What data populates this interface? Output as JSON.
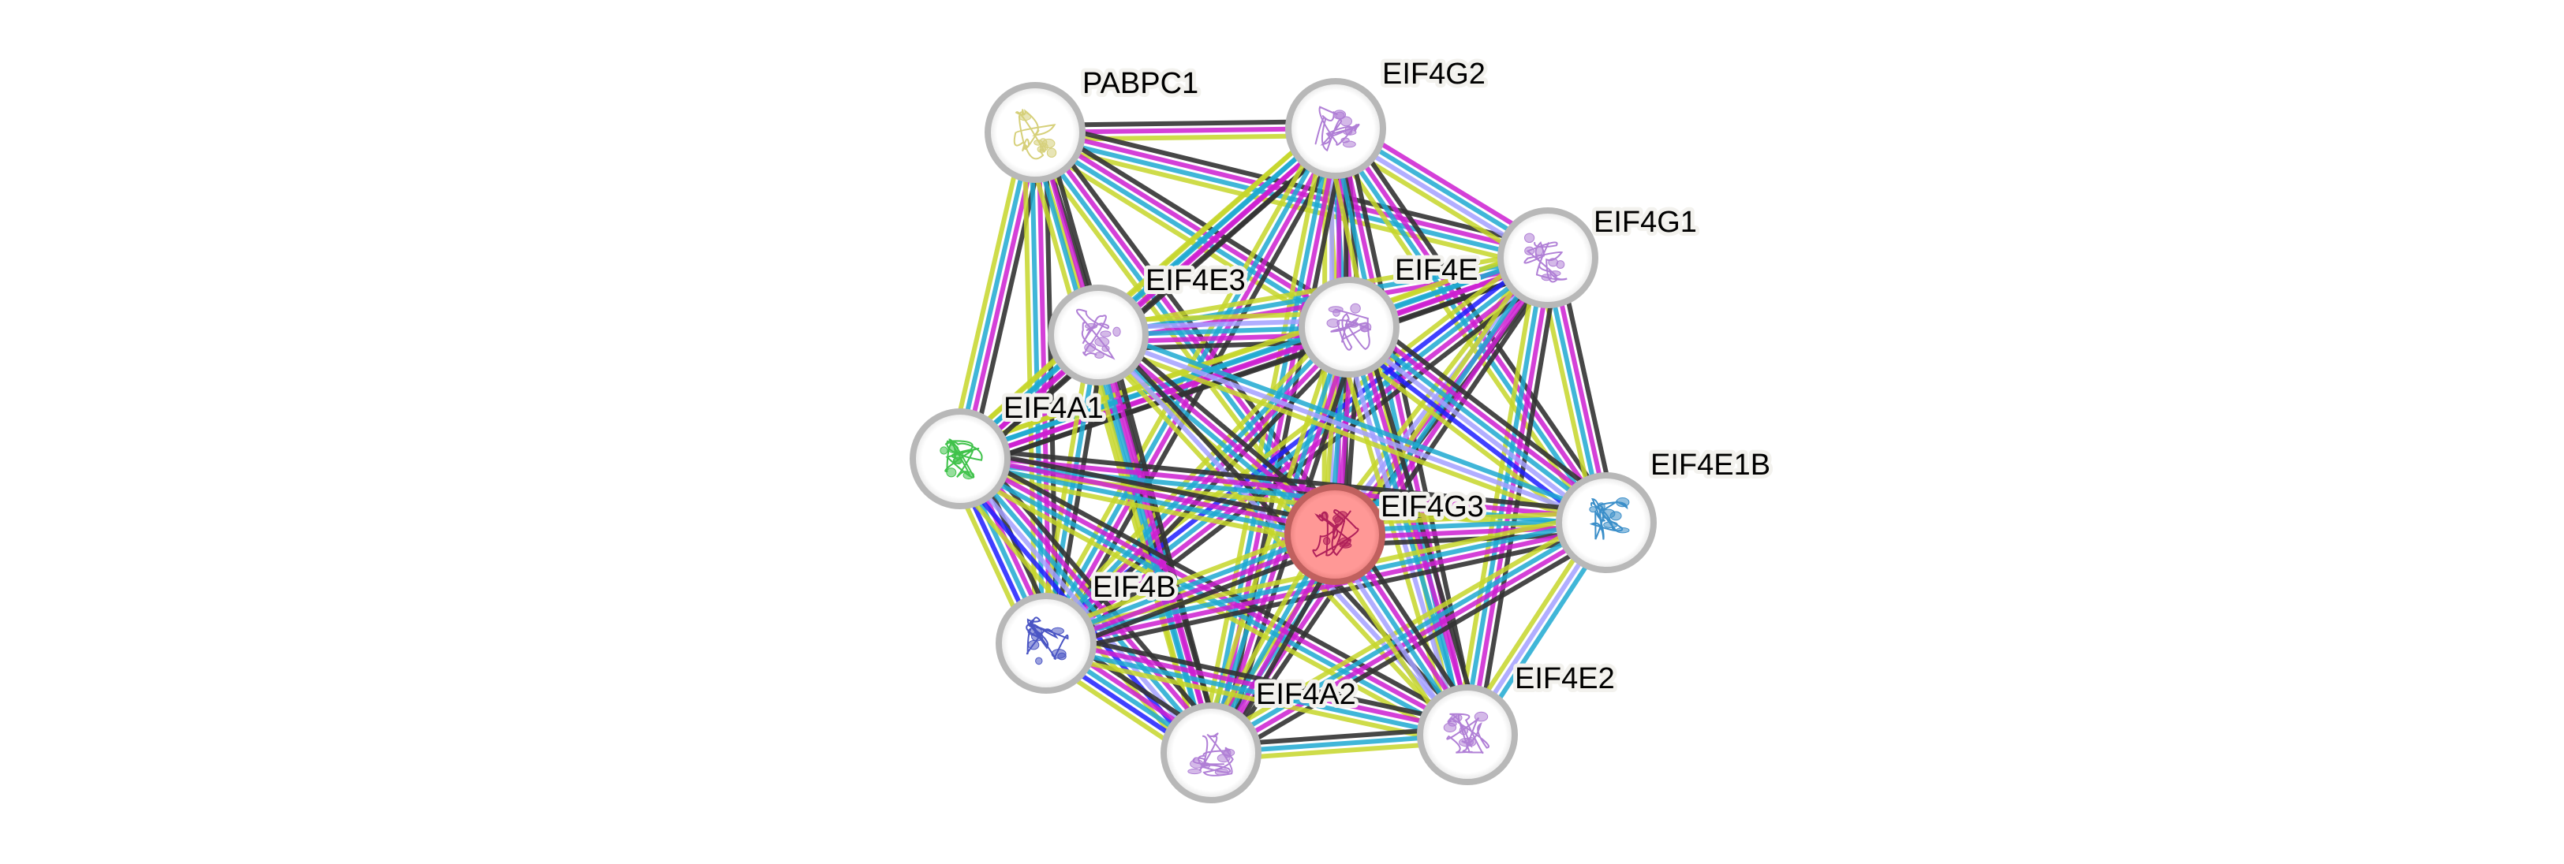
{
  "network": {
    "type": "protein-interaction-network",
    "query_node": "EIF4G3",
    "colors": {
      "node_ring": "#b8b8b8",
      "node_fill": "#ffffff",
      "query_fill": "#ff9896",
      "query_ring": "#c0605e"
    },
    "evidence_types": [
      {
        "key": "textmining",
        "color": "#c5d62a"
      },
      {
        "key": "coexpression",
        "color": "#333333"
      },
      {
        "key": "experiments",
        "color": "#cc1fd1"
      },
      {
        "key": "databases",
        "color": "#1fa9d1"
      },
      {
        "key": "homology",
        "color": "#a3a0ff"
      },
      {
        "key": "neighborhood",
        "color": "#1f1fff"
      }
    ],
    "nodes": [
      {
        "id": "PABPC1",
        "label": "PABPC1",
        "structure_color": "#d6d07a",
        "query": false
      },
      {
        "id": "EIF4G2",
        "label": "EIF4G2",
        "structure_color": "#b07fd6",
        "query": false
      },
      {
        "id": "EIF4G1",
        "label": "EIF4G1",
        "structure_color": "#b07fd6",
        "query": false
      },
      {
        "id": "EIF4E",
        "label": "EIF4E",
        "structure_color": "#b07fd6",
        "query": false
      },
      {
        "id": "EIF4E3",
        "label": "EIF4E3",
        "structure_color": "#b07fd6",
        "query": false
      },
      {
        "id": "EIF4A1",
        "label": "EIF4A1",
        "structure_color": "#3fc24a",
        "query": false
      },
      {
        "id": "EIF4E1B",
        "label": "EIF4E1B",
        "structure_color": "#3a8ec9",
        "query": false
      },
      {
        "id": "EIF4G3",
        "label": "EIF4G3",
        "structure_color": "#b0205a",
        "query": true
      },
      {
        "id": "EIF4B",
        "label": "EIF4B",
        "structure_color": "#4a55c4",
        "query": false
      },
      {
        "id": "EIF4A2",
        "label": "EIF4A2",
        "structure_color": "#b07fd6",
        "query": false
      },
      {
        "id": "EIF4E2",
        "label": "EIF4E2",
        "structure_color": "#b07fd6",
        "query": false
      }
    ],
    "edges": [
      {
        "source": "PABPC1",
        "target": "EIF4G2",
        "evidence": [
          "coexpression",
          "experiments",
          "textmining"
        ]
      },
      {
        "source": "PABPC1",
        "target": "EIF4G1",
        "evidence": [
          "coexpression",
          "experiments",
          "databases",
          "textmining"
        ]
      },
      {
        "source": "PABPC1",
        "target": "EIF4E",
        "evidence": [
          "coexpression",
          "experiments",
          "databases",
          "textmining"
        ]
      },
      {
        "source": "PABPC1",
        "target": "EIF4E3",
        "evidence": [
          "coexpression",
          "textmining"
        ]
      },
      {
        "source": "PABPC1",
        "target": "EIF4A1",
        "evidence": [
          "coexpression",
          "experiments",
          "databases",
          "textmining"
        ]
      },
      {
        "source": "PABPC1",
        "target": "EIF4G3",
        "evidence": [
          "coexpression",
          "experiments",
          "databases",
          "textmining"
        ]
      },
      {
        "source": "PABPC1",
        "target": "EIF4B",
        "evidence": [
          "coexpression",
          "experiments",
          "databases",
          "textmining"
        ]
      },
      {
        "source": "PABPC1",
        "target": "EIF4A2",
        "evidence": [
          "coexpression",
          "experiments",
          "databases",
          "textmining"
        ]
      },
      {
        "source": "EIF4G2",
        "target": "EIF4G1",
        "evidence": [
          "experiments",
          "databases",
          "homology",
          "textmining"
        ]
      },
      {
        "source": "EIF4G2",
        "target": "EIF4E",
        "evidence": [
          "coexpression",
          "experiments",
          "databases",
          "textmining"
        ]
      },
      {
        "source": "EIF4G2",
        "target": "EIF4E3",
        "evidence": [
          "coexpression",
          "experiments",
          "databases",
          "textmining"
        ]
      },
      {
        "source": "EIF4G2",
        "target": "EIF4A1",
        "evidence": [
          "coexpression",
          "experiments",
          "databases",
          "textmining"
        ]
      },
      {
        "source": "EIF4G2",
        "target": "EIF4E1B",
        "evidence": [
          "coexpression",
          "experiments",
          "databases",
          "textmining"
        ]
      },
      {
        "source": "EIF4G2",
        "target": "EIF4G3",
        "evidence": [
          "coexpression",
          "experiments",
          "homology",
          "textmining"
        ]
      },
      {
        "source": "EIF4G2",
        "target": "EIF4B",
        "evidence": [
          "coexpression",
          "experiments",
          "databases",
          "textmining"
        ]
      },
      {
        "source": "EIF4G2",
        "target": "EIF4A2",
        "evidence": [
          "coexpression",
          "experiments",
          "databases",
          "textmining"
        ]
      },
      {
        "source": "EIF4G2",
        "target": "EIF4E2",
        "evidence": [
          "coexpression",
          "experiments",
          "databases",
          "textmining"
        ]
      },
      {
        "source": "EIF4G1",
        "target": "EIF4E",
        "evidence": [
          "coexpression",
          "experiments",
          "databases",
          "textmining"
        ]
      },
      {
        "source": "EIF4G1",
        "target": "EIF4E3",
        "evidence": [
          "experiments",
          "databases",
          "textmining"
        ]
      },
      {
        "source": "EIF4G1",
        "target": "EIF4A1",
        "evidence": [
          "coexpression",
          "experiments",
          "databases",
          "textmining"
        ]
      },
      {
        "source": "EIF4G1",
        "target": "EIF4E1B",
        "evidence": [
          "coexpression",
          "experiments",
          "databases",
          "textmining"
        ]
      },
      {
        "source": "EIF4G1",
        "target": "EIF4G3",
        "evidence": [
          "coexpression",
          "experiments",
          "homology",
          "textmining"
        ]
      },
      {
        "source": "EIF4G1",
        "target": "EIF4B",
        "evidence": [
          "coexpression",
          "experiments",
          "databases",
          "neighborhood",
          "textmining"
        ]
      },
      {
        "source": "EIF4G1",
        "target": "EIF4A2",
        "evidence": [
          "coexpression",
          "experiments",
          "databases",
          "textmining"
        ]
      },
      {
        "source": "EIF4G1",
        "target": "EIF4E2",
        "evidence": [
          "coexpression",
          "experiments",
          "databases",
          "textmining"
        ]
      },
      {
        "source": "EIF4E",
        "target": "EIF4E3",
        "evidence": [
          "coexpression",
          "experiments",
          "databases",
          "homology",
          "textmining"
        ]
      },
      {
        "source": "EIF4E",
        "target": "EIF4A1",
        "evidence": [
          "coexpression",
          "experiments",
          "databases",
          "textmining"
        ]
      },
      {
        "source": "EIF4E",
        "target": "EIF4E1B",
        "evidence": [
          "coexpression",
          "experiments",
          "databases",
          "homology",
          "neighborhood",
          "textmining"
        ]
      },
      {
        "source": "EIF4E",
        "target": "EIF4G3",
        "evidence": [
          "coexpression",
          "experiments",
          "databases",
          "textmining"
        ]
      },
      {
        "source": "EIF4E",
        "target": "EIF4B",
        "evidence": [
          "coexpression",
          "experiments",
          "databases",
          "textmining"
        ]
      },
      {
        "source": "EIF4E",
        "target": "EIF4A2",
        "evidence": [
          "coexpression",
          "experiments",
          "databases",
          "textmining"
        ]
      },
      {
        "source": "EIF4E",
        "target": "EIF4E2",
        "evidence": [
          "coexpression",
          "experiments",
          "databases",
          "homology",
          "textmining"
        ]
      },
      {
        "source": "EIF4E3",
        "target": "EIF4A1",
        "evidence": [
          "coexpression",
          "experiments",
          "databases",
          "textmining"
        ]
      },
      {
        "source": "EIF4E3",
        "target": "EIF4E1B",
        "evidence": [
          "homology",
          "databases",
          "textmining"
        ]
      },
      {
        "source": "EIF4E3",
        "target": "EIF4G3",
        "evidence": [
          "coexpression",
          "experiments",
          "databases",
          "textmining"
        ]
      },
      {
        "source": "EIF4E3",
        "target": "EIF4B",
        "evidence": [
          "coexpression",
          "databases",
          "textmining"
        ]
      },
      {
        "source": "EIF4E3",
        "target": "EIF4A2",
        "evidence": [
          "coexpression",
          "experiments",
          "databases",
          "textmining"
        ]
      },
      {
        "source": "EIF4E3",
        "target": "EIF4E2",
        "evidence": [
          "coexpression",
          "homology",
          "textmining"
        ]
      },
      {
        "source": "EIF4A1",
        "target": "EIF4E1B",
        "evidence": [
          "coexpression",
          "experiments",
          "databases",
          "textmining"
        ]
      },
      {
        "source": "EIF4A1",
        "target": "EIF4G3",
        "evidence": [
          "coexpression",
          "experiments",
          "databases",
          "textmining"
        ]
      },
      {
        "source": "EIF4A1",
        "target": "EIF4B",
        "evidence": [
          "coexpression",
          "experiments",
          "databases",
          "neighborhood",
          "textmining"
        ]
      },
      {
        "source": "EIF4A1",
        "target": "EIF4A2",
        "evidence": [
          "coexpression",
          "experiments",
          "databases",
          "homology",
          "neighborhood",
          "textmining"
        ]
      },
      {
        "source": "EIF4A1",
        "target": "EIF4E2",
        "evidence": [
          "coexpression",
          "experiments",
          "databases",
          "textmining"
        ]
      },
      {
        "source": "EIF4E1B",
        "target": "EIF4G3",
        "evidence": [
          "coexpression",
          "experiments",
          "databases",
          "textmining"
        ]
      },
      {
        "source": "EIF4E1B",
        "target": "EIF4B",
        "evidence": [
          "coexpression",
          "experiments",
          "databases",
          "textmining"
        ]
      },
      {
        "source": "EIF4E1B",
        "target": "EIF4A2",
        "evidence": [
          "coexpression",
          "experiments",
          "databases",
          "textmining"
        ]
      },
      {
        "source": "EIF4E1B",
        "target": "EIF4E2",
        "evidence": [
          "homology",
          "databases",
          "textmining"
        ]
      },
      {
        "source": "EIF4G3",
        "target": "EIF4B",
        "evidence": [
          "coexpression",
          "experiments",
          "databases",
          "textmining"
        ]
      },
      {
        "source": "EIF4G3",
        "target": "EIF4A2",
        "evidence": [
          "coexpression",
          "experiments",
          "databases",
          "textmining"
        ]
      },
      {
        "source": "EIF4G3",
        "target": "EIF4E2",
        "evidence": [
          "coexpression",
          "experiments",
          "databases",
          "homology",
          "textmining"
        ]
      },
      {
        "source": "EIF4B",
        "target": "EIF4A2",
        "evidence": [
          "coexpression",
          "experiments",
          "databases",
          "neighborhood",
          "textmining"
        ]
      },
      {
        "source": "EIF4B",
        "target": "EIF4E2",
        "evidence": [
          "coexpression",
          "experiments",
          "databases",
          "textmining"
        ]
      },
      {
        "source": "EIF4A2",
        "target": "EIF4E2",
        "evidence": [
          "coexpression",
          "databases",
          "textmining"
        ]
      }
    ]
  }
}
